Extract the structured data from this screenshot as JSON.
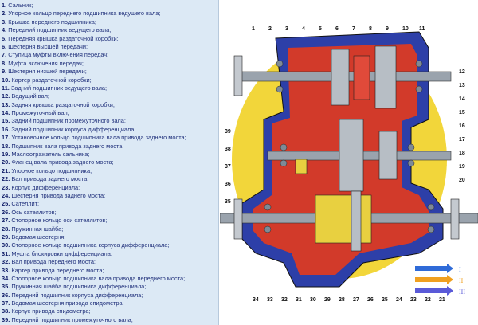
{
  "legend": [
    {
      "num": "1.",
      "text": "Сальник;"
    },
    {
      "num": "2.",
      "text": "Упорное кольцо переднего подшипника ведущего вала;"
    },
    {
      "num": "3.",
      "text": "Крышка переднего подшипника;"
    },
    {
      "num": "4.",
      "text": "Передний подшипник ведущего вала;"
    },
    {
      "num": "5.",
      "text": "Передняя крышка раздаточной коробки;"
    },
    {
      "num": "6.",
      "text": "Шестерня высшей передачи;"
    },
    {
      "num": "7.",
      "text": "Ступица муфты включения передач;"
    },
    {
      "num": "8.",
      "text": "Муфта включения передач;"
    },
    {
      "num": "9.",
      "text": "Шестерня низшей передачи;"
    },
    {
      "num": "10.",
      "text": "Картер раздаточной коробки;"
    },
    {
      "num": "11.",
      "text": "Задний подшипник ведущего вала;"
    },
    {
      "num": "12.",
      "text": "Ведущий вал;"
    },
    {
      "num": "13.",
      "text": "Задняя крышка раздаточной коробки;"
    },
    {
      "num": "14.",
      "text": "Промежуточный вал;"
    },
    {
      "num": "15.",
      "text": "Задний подшипник промежуточного вала;"
    },
    {
      "num": "16.",
      "text": "Задний подшипник корпуса дифференциала;"
    },
    {
      "num": "17.",
      "text": "Установочное кольцо подшипника вала привода заднего моста;"
    },
    {
      "num": "18.",
      "text": "Подшипник вала привода заднего моста;"
    },
    {
      "num": "19.",
      "text": "Маслоотражатель сальника;"
    },
    {
      "num": "20.",
      "text": "Фланец вала привода заднего моста;"
    },
    {
      "num": "21.",
      "text": "Упорное кольцо подшипника;"
    },
    {
      "num": "22.",
      "text": "Вал привода заднего моста;"
    },
    {
      "num": "23.",
      "text": "Корпус дифференциала;"
    },
    {
      "num": "24.",
      "text": "Шестерня привода заднего моста;"
    },
    {
      "num": "25.",
      "text": "Сателлит;"
    },
    {
      "num": "26.",
      "text": "Ось сателлитов;"
    },
    {
      "num": "27.",
      "text": "Стопорное кольцо оси сателлитов;"
    },
    {
      "num": "28.",
      "text": "Пружинная шайба;"
    },
    {
      "num": "29.",
      "text": "Ведомая шестерня;"
    },
    {
      "num": "30.",
      "text": "Стопорное кольцо подшипника корпуса дифференциала;"
    },
    {
      "num": "31.",
      "text": "Муфта блокировки дифференциала;"
    },
    {
      "num": "32.",
      "text": "Вал привода переднего моста;"
    },
    {
      "num": "33.",
      "text": "Картер привода переднего моста;"
    },
    {
      "num": "34.",
      "text": "Стопорное кольцо подшипника вала привода переднего моста;"
    },
    {
      "num": "35.",
      "text": "Пружинная шайба подшипника дифференциала;"
    },
    {
      "num": "36.",
      "text": "Передний подшипник корпуса дифференциала;"
    },
    {
      "num": "37.",
      "text": "Ведомая шестерня привода спидометра;"
    },
    {
      "num": "38.",
      "text": "Корпус привода спидометра;"
    },
    {
      "num": "39.",
      "text": "Передний подшипник промежуточного вала;"
    }
  ],
  "callouts": {
    "top": [
      "1",
      "2",
      "3",
      "4",
      "5",
      "6",
      "7",
      "8",
      "9",
      "10",
      "11"
    ],
    "right": [
      "12",
      "13",
      "14",
      "15",
      "16",
      "17",
      "18",
      "19",
      "20"
    ],
    "bottom": [
      "21",
      "22",
      "23",
      "24",
      "25",
      "26",
      "27",
      "28",
      "29",
      "30",
      "31",
      "32",
      "33",
      "34"
    ],
    "left": [
      "35",
      "36",
      "37",
      "38",
      "39"
    ]
  },
  "flow_legend": [
    {
      "label": "I",
      "color": "#2f6bd8"
    },
    {
      "label": "II",
      "color": "#f0a020"
    },
    {
      "label": "III",
      "color": "#5a5ad8"
    }
  ]
}
